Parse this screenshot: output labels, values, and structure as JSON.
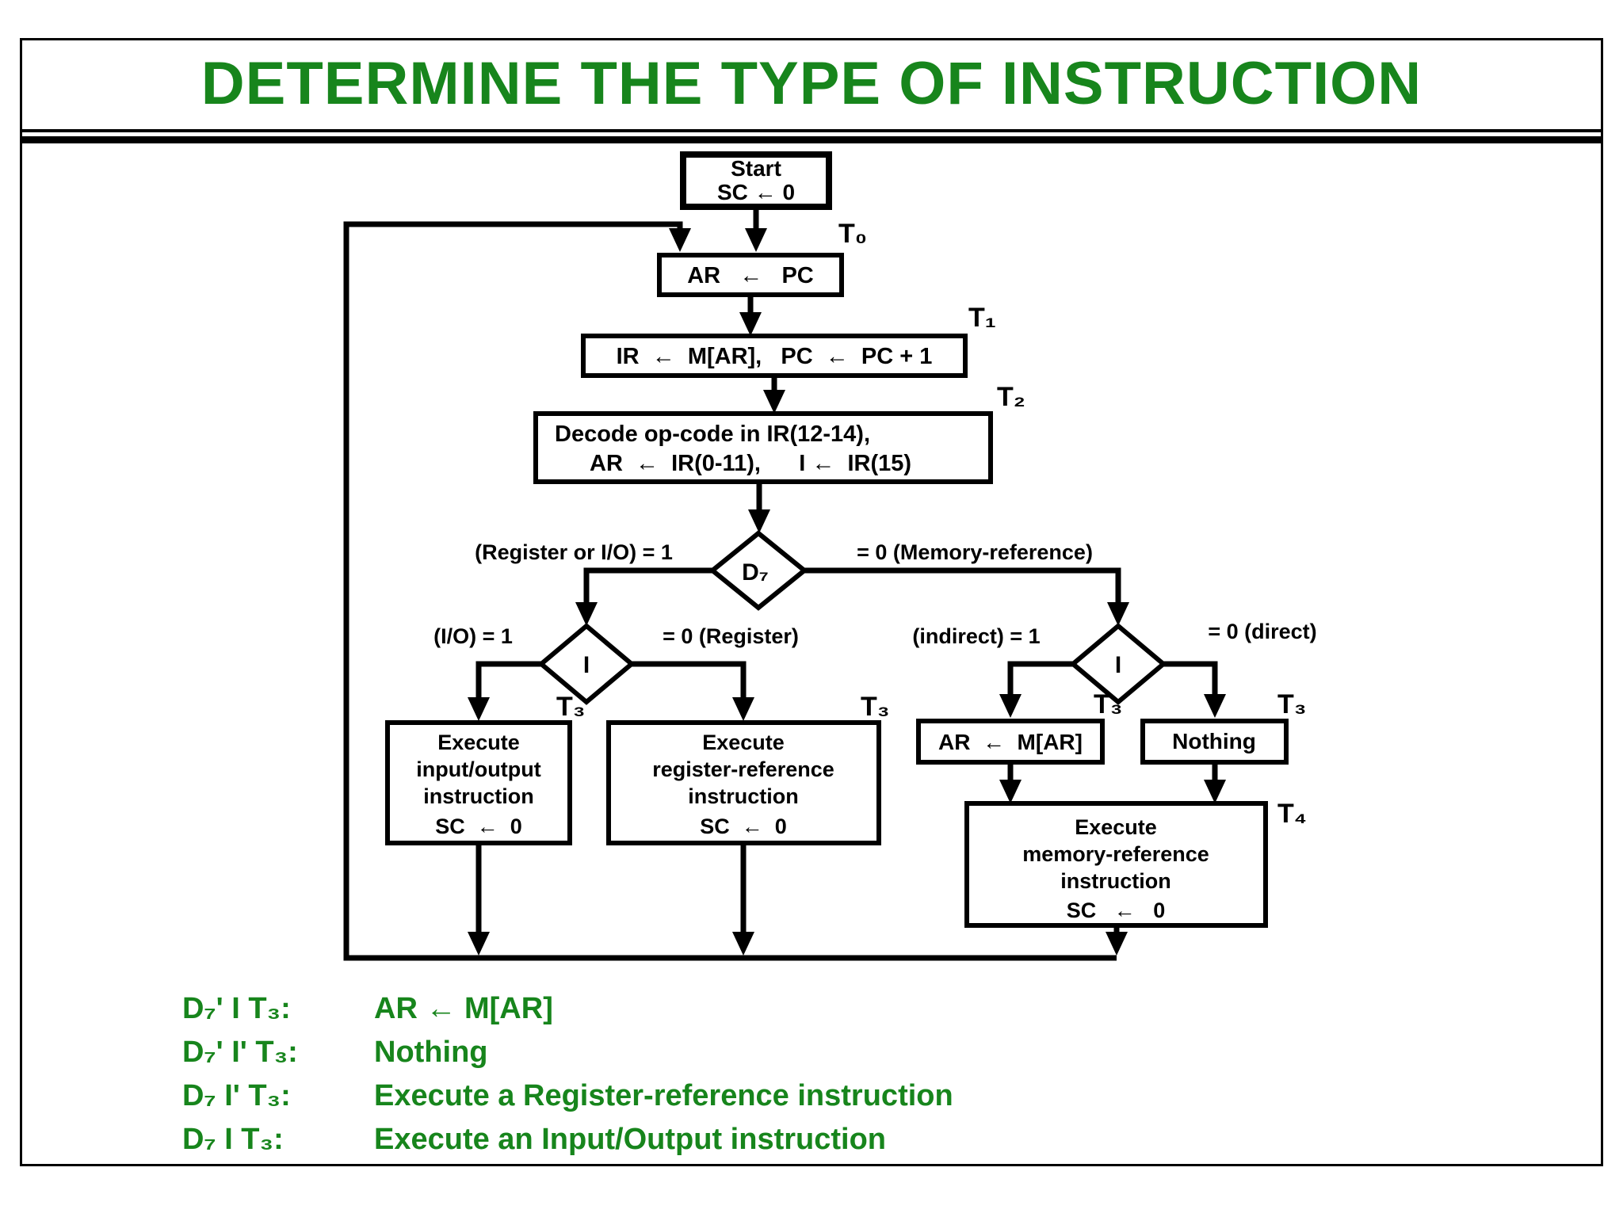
{
  "title": "DETERMINE THE TYPE OF INSTRUCTION",
  "colors": {
    "accent_green": "#17851c",
    "line_black": "#000000",
    "background": "#ffffff"
  },
  "flow": {
    "start_box": {
      "line1": "Start",
      "line2": "SC ← 0"
    },
    "t0": "T₀",
    "t1": "T₁",
    "t2": "T₂",
    "t3": "T₃",
    "t4": "T₄",
    "ar_pc_box": "AR   ←   PC",
    "ir_box": "IR  ←  M[AR],   PC  ←  PC + 1",
    "decode_box": {
      "line1": "Decode op-code in IR(12-14),",
      "line2": "AR  ←  IR(0-11),      I ←  IR(15)"
    },
    "d7_diamond": "D₇",
    "d7_left_label": "(Register or I/O) = 1",
    "d7_right_label": "= 0 (Memory-reference)",
    "i_diamond": "I",
    "io_label": "(I/O) = 1",
    "register_label": "= 0 (Register)",
    "indirect_label": "(indirect) = 1",
    "direct_label": "= 0 (direct)",
    "io_exec_box": [
      "Execute",
      "input/output",
      "instruction",
      "SC  ←  0"
    ],
    "reg_exec_box": [
      "Execute",
      "register-reference",
      "instruction",
      "SC  ←  0"
    ],
    "ar_mar_box": "AR  ←  M[AR]",
    "nothing_box": "Nothing",
    "mem_exec_box": [
      "Execute",
      "memory-reference",
      "instruction",
      "SC   ←   0"
    ]
  },
  "legend": {
    "rows": [
      {
        "condition": "D₇' I T₃:",
        "action": "AR ← M[AR]"
      },
      {
        "condition": "D₇' I' T₃:",
        "action": "Nothing"
      },
      {
        "condition": "D₇ I' T₃:",
        "action": "Execute a Register-reference instruction"
      },
      {
        "condition": "D₇ I T₃:",
        "action": "Execute an Input/Output instruction"
      }
    ]
  }
}
